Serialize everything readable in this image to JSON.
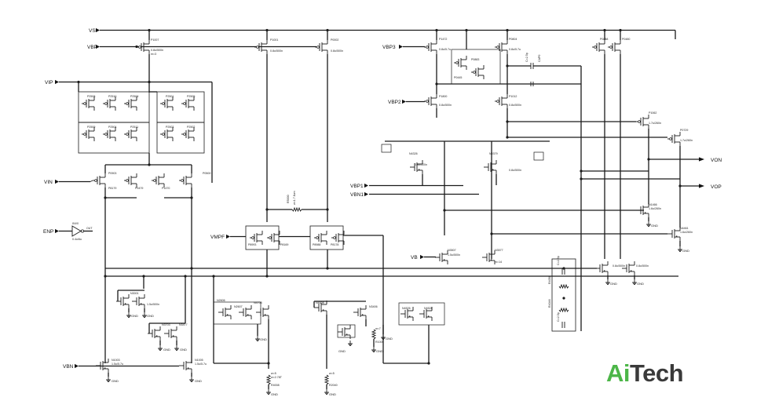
{
  "pins": {
    "vs": "VS",
    "vbp": "VBP",
    "vip": "VIP",
    "vin": "VIN",
    "enp": "ENP",
    "vbn": "VBN",
    "vmpf": "VMPF",
    "vbp3": "VBP3",
    "vbp2": "VBP2",
    "vbp1": "VBP1",
    "vbn1": "VBN1",
    "vb": "VB",
    "von": "VON",
    "vop": "VOP"
  },
  "device_labels": {
    "p_top": "P1007",
    "p_size": "0.8u/500n",
    "p_mult": "m=3",
    "pmos_array": "P2508",
    "nmos": "N1003",
    "n_size": "0.8u/5000n",
    "n_mult": "m=18",
    "cap": "C=2.5p",
    "res": "R=2k",
    "res_name": "R5000",
    "gnd": "GND",
    "inverter": "INV0",
    "inv_size": "0.4u/6u"
  },
  "brand": {
    "ai": "Ai",
    "tech": "Tech",
    "accent_color": "#4cb648",
    "text_color": "#3a3a3a"
  }
}
